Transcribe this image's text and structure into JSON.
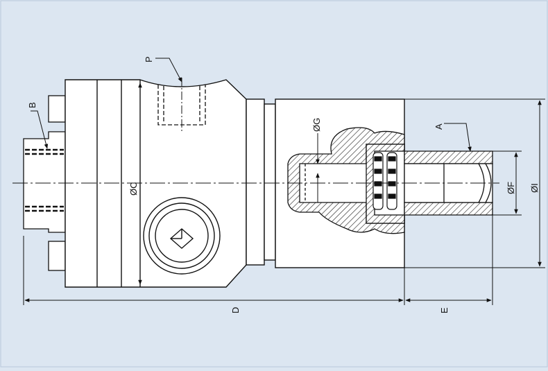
{
  "labels": {
    "P": "P",
    "B": "B",
    "C": "ØC",
    "G": "ØG",
    "A": "A",
    "F": "ØF",
    "I": "ØI",
    "D": "D",
    "E": "E"
  },
  "colors": {
    "background": "#dce6f1",
    "part_fill": "#ffffff",
    "line": "#111111",
    "hatch": "#222222"
  }
}
